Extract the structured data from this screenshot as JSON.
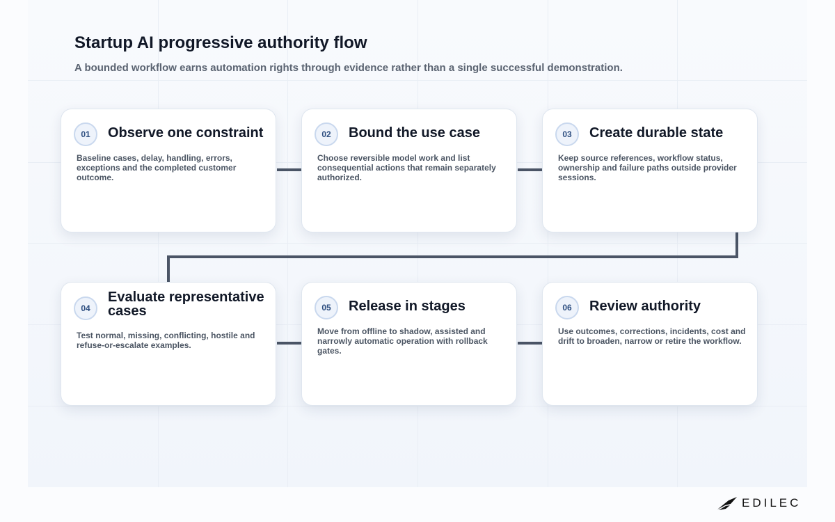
{
  "title": "Startup AI progressive authority flow",
  "subtitle": "A bounded workflow earns automation rights through evidence rather than a single successful demonstration.",
  "steps": [
    {
      "number": "01",
      "title": "Observe one constraint",
      "description": "Baseline cases, delay, handling, errors, exceptions and the completed customer outcome."
    },
    {
      "number": "02",
      "title": "Bound the use case",
      "description": "Choose reversible model work and list consequential actions that remain separately authorized."
    },
    {
      "number": "03",
      "title": "Create durable state",
      "description": "Keep source references, workflow status, ownership and failure paths outside provider sessions."
    },
    {
      "number": "04",
      "title": "Evaluate representative cases",
      "description": "Test normal, missing, conflicting, hostile and refuse-or-escalate examples."
    },
    {
      "number": "05",
      "title": "Release in stages",
      "description": "Move from offline to shadow, assisted and narrowly automatic operation with rollback gates."
    },
    {
      "number": "06",
      "title": "Review authority",
      "description": "Use outcomes, corrections, incidents, cost and drift to broaden, narrow or retire the workflow."
    }
  ],
  "brand": {
    "name": "EDILEC",
    "logo_icon": "edilec-logo-icon"
  },
  "colors": {
    "connector": "#4b5566",
    "badge_border": "#c9d8ee",
    "badge_text": "#2d4e80"
  }
}
